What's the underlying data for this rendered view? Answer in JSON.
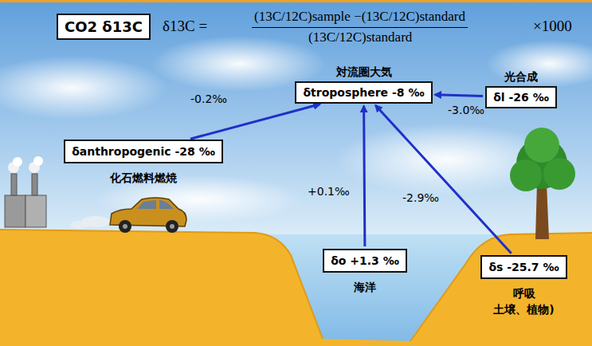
{
  "diagram": {
    "nodes": [
      {
        "text": [
          "CO2 δ13C"
        ]
      },
      {
        "text": [
          "δtroposphere -8 ‰",
          "対流圏大気"
        ]
      },
      {
        "text": [
          "δl -26 ‰",
          "光合成"
        ]
      },
      {
        "text": [
          "δanthropogenic -28 ‰",
          "化石燃料燃焼"
        ]
      },
      {
        "text": [
          "δo +1.3 ‰",
          "海洋"
        ]
      },
      {
        "text": [
          "δs -25.7 ‰",
          "呼吸",
          "土壌、植物)"
        ]
      }
    ],
    "edges": [
      {
        "from": 3,
        "to": 1,
        "label": "-0.2‰",
        "arrow": "to"
      },
      {
        "from": 2,
        "to": 1,
        "label": "-3.0‰",
        "arrow": "to"
      },
      {
        "from": 4,
        "to": 1,
        "label": "+0.1‰",
        "arrow": "to"
      },
      {
        "from": 5,
        "to": 1,
        "label": "-2.9‰",
        "arrow": "to"
      }
    ],
    "labels": [
      "δ13C =",
      "(13C/12C)sample −(13C/12C)standard",
      "(13C/12C)standard",
      "×1000"
    ]
  }
}
